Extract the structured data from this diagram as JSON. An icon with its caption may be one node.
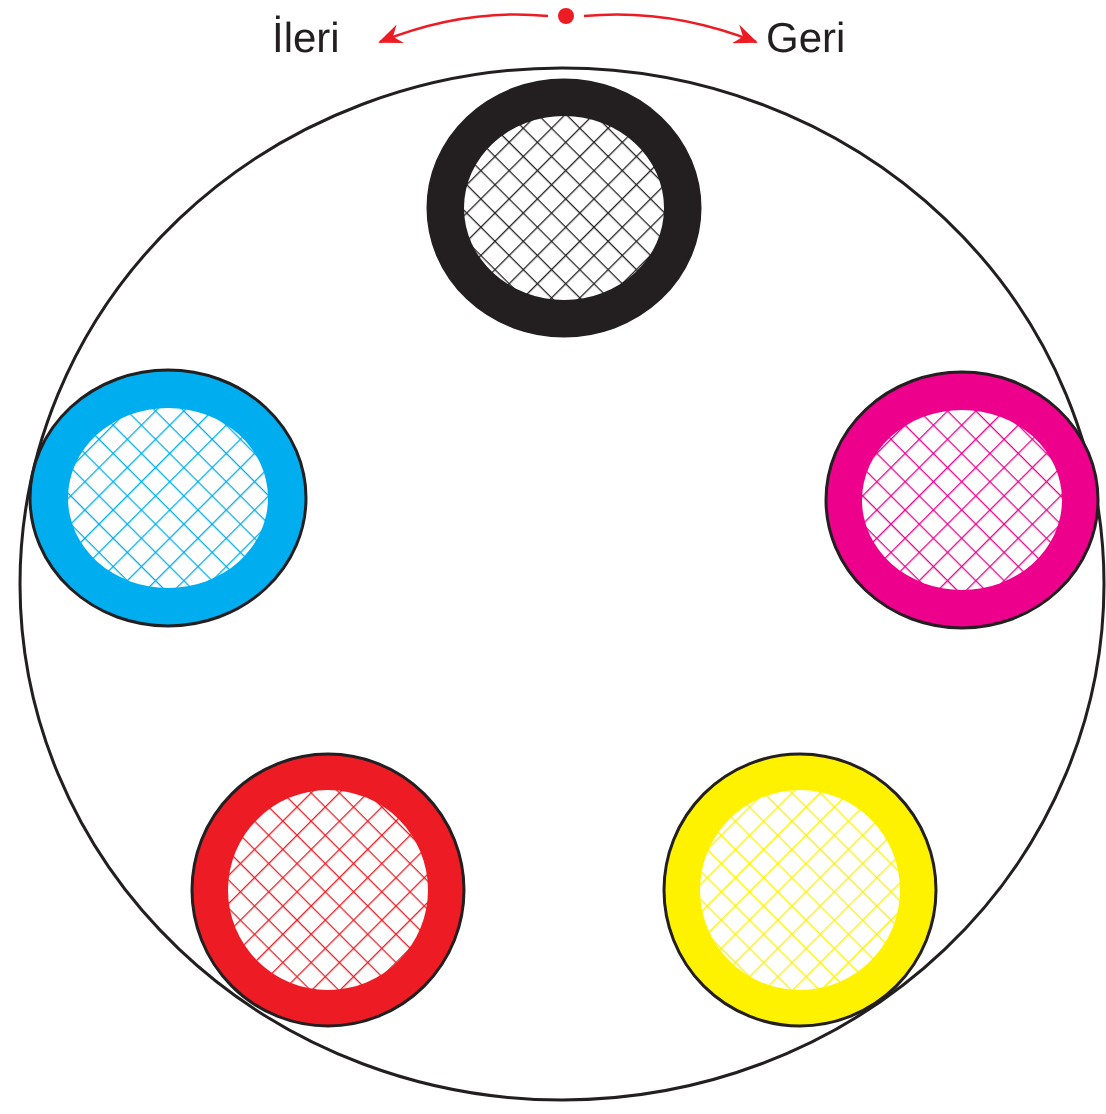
{
  "diagram": {
    "nodes": [
      {
        "text": [],
        "shape": "circle"
      },
      {
        "text": [
          "İleri"
        ]
      },
      {
        "text": [
          "Geri"
        ]
      }
    ],
    "edges": [
      {
        "from": 0,
        "to": 1,
        "arrow": "to"
      },
      {
        "from": 0,
        "to": 2,
        "arrow": "to"
      }
    ]
  }
}
